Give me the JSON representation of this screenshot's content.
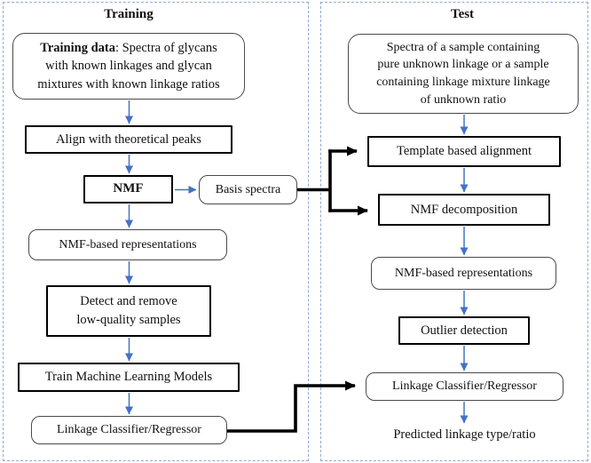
{
  "diagram": {
    "training": {
      "title": "Training",
      "training_data_bold": "Training data",
      "training_data_rest": ": Spectra of glycans\nwith known linkages and glycan\nmixtures with known linkage ratios",
      "align_label": "Align with theoretical peaks",
      "nmf_label": "NMF",
      "basis_spectra_label": "Basis spectra",
      "nmf_representations_label": "NMF-based representations",
      "detect_label": "Detect and remove\nlow-quality samples",
      "train_models_label": "Train Machine Learning Models",
      "linkage_classifier_label": "Linkage Classifier/Regressor"
    },
    "test": {
      "title": "Test",
      "test_data_label": "Spectra of a sample containing\npure unknown linkage or a sample\ncontaining linkage mixture linkage\nof unknown ratio",
      "template_alignment_label": "Template based alignment",
      "nmf_decomposition_label": "NMF decomposition",
      "nmf_representations_label": "NMF-based representations",
      "outlier_detection_label": "Outlier detection",
      "linkage_classifier_label": "Linkage Classifier/Regressor",
      "predicted_label": "Predicted linkage type/ratio"
    },
    "colors": {
      "arrow_blue": "#4472C4",
      "connector_black": "#000000",
      "panel_border_blue": "#8EA9D8",
      "thin_box_border": "#4A4A4A",
      "thick_box_border": "#000000"
    }
  }
}
